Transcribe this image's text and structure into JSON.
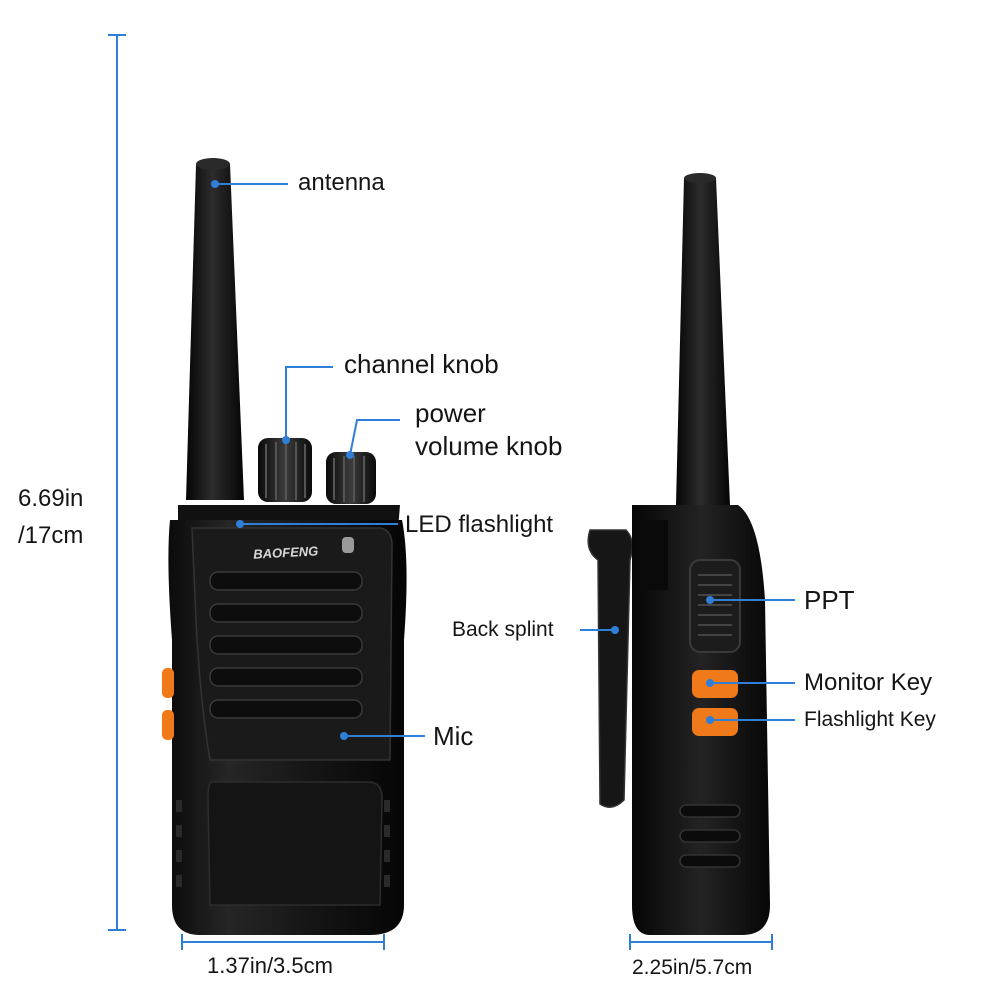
{
  "colors": {
    "dimension_line": "#2f7fd8",
    "callout_line": "#2f7fd8",
    "radio_body": "#141414",
    "radio_highlight": "#3a3a3a",
    "side_key_orange": "#f07a1a"
  },
  "front_view": {
    "brand": "BAOFENG",
    "labels": {
      "antenna": "antenna",
      "channel_knob": "channel knob",
      "power_volume_knob_line1": "power",
      "power_volume_knob_line2": "volume knob",
      "led_flashlight": "LED flashlight",
      "mic": "Mic"
    },
    "height_line1": "6.69in",
    "height_line2": "/17cm",
    "width": "1.37in/3.5cm"
  },
  "side_view": {
    "labels": {
      "back_splint": "Back splint",
      "ppt": "PPT",
      "monitor_key": "Monitor Key",
      "flashlight_key": "Flashlight Key"
    },
    "depth": "2.25in/5.7cm"
  }
}
